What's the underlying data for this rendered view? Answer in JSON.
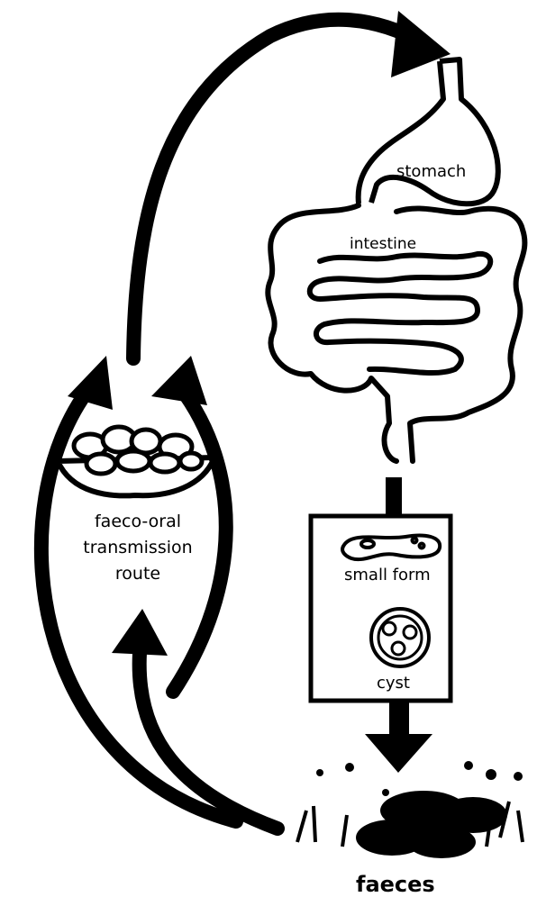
{
  "labels": {
    "stomach": "stomach",
    "intestine": "intestine",
    "route_line1": "faeco-oral",
    "route_line2": "transmission",
    "route_line3": "route",
    "small_form": "small form",
    "cyst": "cyst",
    "faeces": "faeces"
  },
  "colors": {
    "ink": "#000000",
    "paper": "#ffffff"
  }
}
